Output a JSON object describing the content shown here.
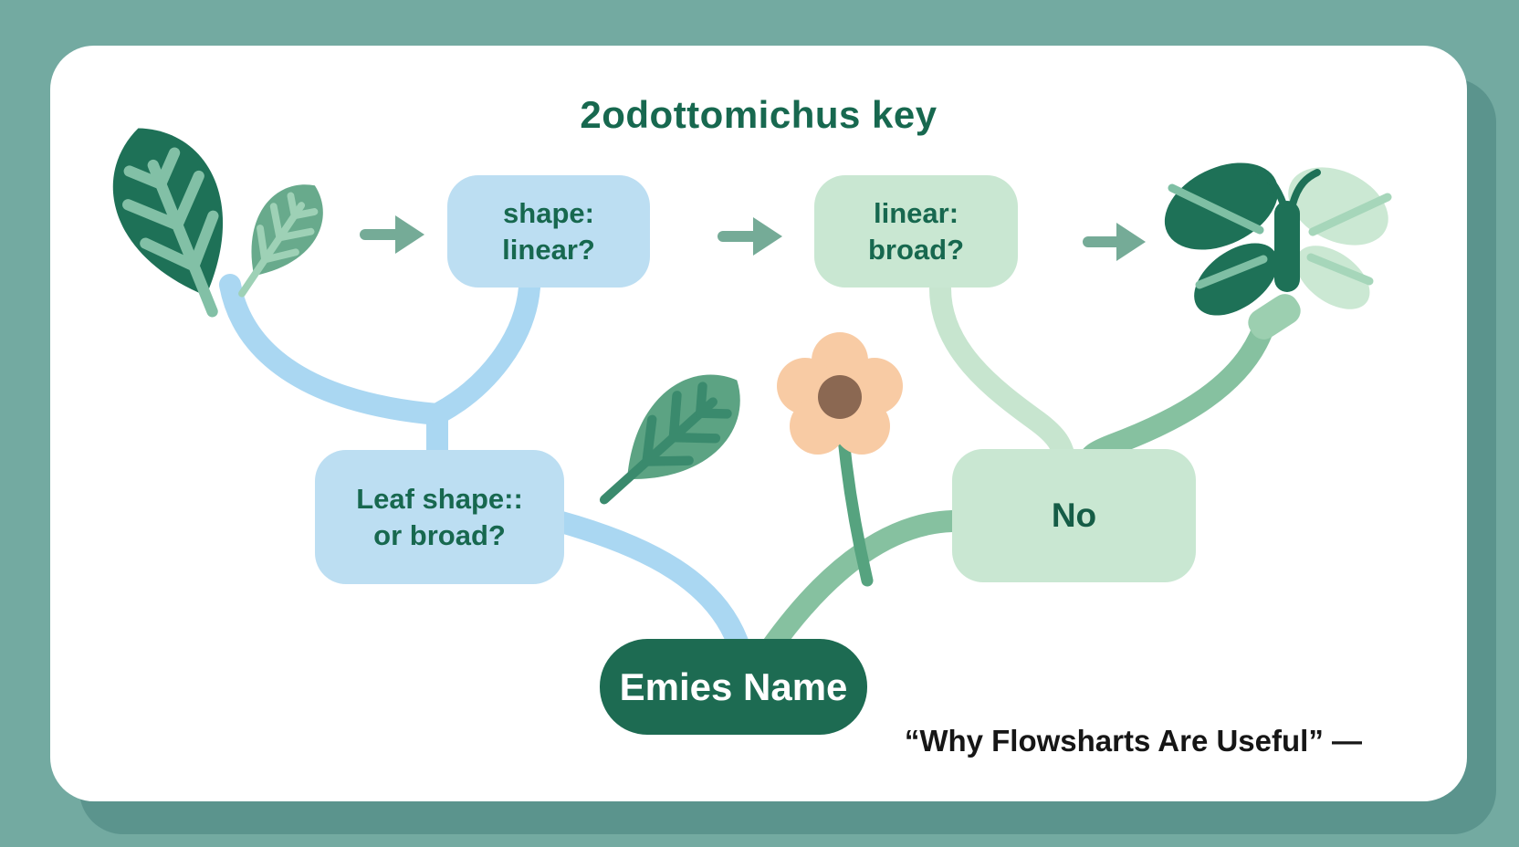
{
  "title": "2odottomichus key",
  "nodes": {
    "shape_linear": {
      "line1": "shape:",
      "line2": "linear?"
    },
    "linear_broad": {
      "line1": "linear:",
      "line2": "broad?"
    },
    "leaf_shape": {
      "line1": "Leaf shape::",
      "line2": "or broad?"
    },
    "no": {
      "label": "No"
    },
    "result": {
      "label": "Emies Name"
    }
  },
  "caption": "“Why Flowsharts Are Useful” —",
  "icons": {
    "top_left": [
      "dark-leaf-icon",
      "light-leaf-icon"
    ],
    "middle": [
      "leaf-icon",
      "flower-icon"
    ],
    "top_right": [
      "butterfly-icon"
    ],
    "arrows": [
      "arrow-right-icon",
      "arrow-right-icon",
      "arrow-right-icon"
    ]
  },
  "colors": {
    "background": "#73aaa1",
    "card": "#ffffff",
    "card_shadow": "#5b948d",
    "dark_green": "#1d6b52",
    "node_text_green": "#17684f",
    "blue_node": "#bcdef2",
    "green_node": "#c9e7d2",
    "blue_connector": "#aad7f2",
    "pale_green_connector": "#c7e5cf",
    "medium_green_connector": "#86c1a0",
    "arrow": "#75ab97",
    "leaf_dark": "#1e7157",
    "leaf_light": "#68aa8c",
    "leaf_middle": "#5ca383",
    "flower_petal": "#f8cba4",
    "flower_center": "#8b6852",
    "flower_stem": "#56a37f",
    "caption_text": "#161616"
  }
}
